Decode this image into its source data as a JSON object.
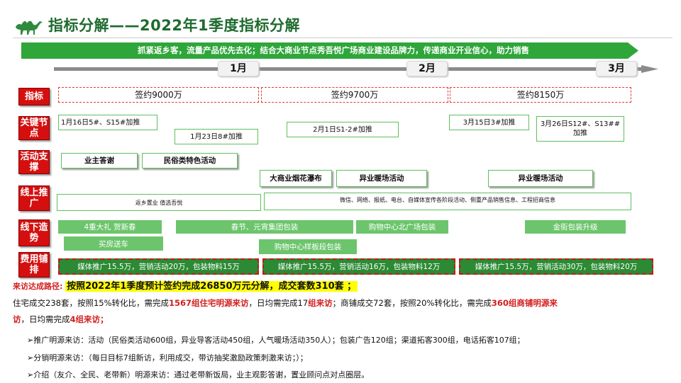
{
  "header": {
    "title": "指标分解——2022年1季度指标分解",
    "logo_icon": "camel-logo-icon",
    "accent_color": "#1e6b2e"
  },
  "banner": {
    "text": "抓紧返乡客，流量产品优先去化；结合大商业节点秀吾悦广场商业建设品牌力，传递商业开业信心，助力销售",
    "color": "#2fa63a"
  },
  "timeline": {
    "months": [
      "1月",
      "2月",
      "3月"
    ]
  },
  "row_labels": {
    "target": "指标",
    "key_nodes": "关键节点",
    "activity": "活动支撑",
    "online": "线上推广",
    "offline": "线下造势",
    "cost": "费用铺排"
  },
  "targets": [
    "签约9000万",
    "签约9700万",
    "签约8150万"
  ],
  "key_nodes": {
    "jan_1": "1月16日5#、S15#加推",
    "jan_2": "1月23日8#加推",
    "feb_1": "2月1日S1-2#加推",
    "mar_1": "3月15日3#加推",
    "mar_2": "3月26日S12#、S13##加推"
  },
  "activities": {
    "a1": "业主答谢",
    "a2": "民俗类特色活动",
    "a3": "大商业烟花瀑布",
    "a4": "异业暖场活动",
    "a5": "异业暖场活动"
  },
  "online": {
    "jan": "返乡置业 值选吾悦",
    "feb_mar": "微信、网络、报纸、电台、自媒体宣传各阶段活动、侧重产品销售信息、工程招商信息"
  },
  "offline": {
    "o1": "4重大礼 贺新春",
    "o2": "买房送车",
    "o3": "春节、元宵集团包装",
    "o4": "购物中心北广场包装",
    "o5": "购物中心样板段包装",
    "o6": "金街包装升级"
  },
  "costs": [
    "媒体推广15.5万，营销活动20万，包装物料15万",
    "媒体推广15.5万，营销活动16万，包装物料12万",
    "媒体推广15.5万，营销活动30万，包装物料20万"
  ],
  "visit_route": {
    "label": "来访达成路径:",
    "highlight": "按照2022年1季度预计签约完成26850万元分解，成交套数310套 ；",
    "line2_a": "住宅成交238套，按照15%转化比，需完成",
    "line2_red1": "1567组住宅明源来访",
    "line2_b": "，日均需完成17",
    "line2_red2": "组来访",
    "line2_c": "；商铺成交72套，按照20%转化比，需完成",
    "line2_red3": "360组商铺明源来",
    "line3_red": "访",
    "line3_a": "，日均需完成",
    "line3_red2": "4组来访；",
    "bullets": [
      "➢推广明源来访：活动（民俗类活动600组，异业导客活动450组，人气暖场活动350人）；包装广告120组；渠道拓客300组，电话拓客107组；",
      "➢分销明源来访：（每日目标7组新访，利用成交，带访抽奖激励政策刺激来访；）；",
      "➢介绍（友介、全民、老带新）明源来访：通过老带新饭局，业主观影答谢，置业顾问点对点圈层。"
    ]
  }
}
